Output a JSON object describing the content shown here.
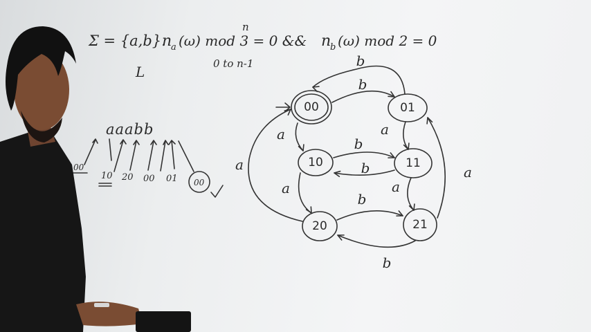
{
  "board": {
    "line1_sigma": "Σ = {a,b}.",
    "line1_cond_a": "n",
    "line1_cond_a_sub": "a",
    "line1_cond_a_rest": "(ω) mod 3 = 0 &&",
    "line1_superscript": "n",
    "line1_cond_b": "n",
    "line1_cond_b_sub": "b",
    "line1_cond_b_rest": "(ω) mod 2 = 0",
    "line2": "0 to n-1",
    "language_symbol": "L",
    "trace_input": "aaabb",
    "trace_states": [
      "00",
      "10",
      "20",
      "00",
      "01",
      "00"
    ]
  },
  "dfa": {
    "states": [
      {
        "id": "q00",
        "label": "00",
        "start": true,
        "accept": true
      },
      {
        "id": "q01",
        "label": "01",
        "start": false,
        "accept": false
      },
      {
        "id": "q10",
        "label": "10",
        "start": false,
        "accept": false
      },
      {
        "id": "q11",
        "label": "11",
        "start": false,
        "accept": false
      },
      {
        "id": "q20",
        "label": "20",
        "start": false,
        "accept": false
      },
      {
        "id": "q21",
        "label": "21",
        "start": false,
        "accept": false
      }
    ],
    "transitions": [
      {
        "from": "00",
        "to": "01",
        "symbol": "b"
      },
      {
        "from": "01",
        "to": "00",
        "symbol": "b"
      },
      {
        "from": "10",
        "to": "11",
        "symbol": "b"
      },
      {
        "from": "11",
        "to": "10",
        "symbol": "b"
      },
      {
        "from": "20",
        "to": "21",
        "symbol": "b"
      },
      {
        "from": "21",
        "to": "20",
        "symbol": "b"
      },
      {
        "from": "00",
        "to": "10",
        "symbol": "a"
      },
      {
        "from": "10",
        "to": "20",
        "symbol": "a"
      },
      {
        "from": "20",
        "to": "00",
        "symbol": "a"
      },
      {
        "from": "01",
        "to": "11",
        "symbol": "a"
      },
      {
        "from": "11",
        "to": "21",
        "symbol": "a"
      },
      {
        "from": "21",
        "to": "01",
        "symbol": "a"
      }
    ]
  },
  "colors": {
    "ink": "#2a2a2a",
    "board": "#eceeef",
    "shirt": "#161616",
    "skin": "#7a4c33"
  }
}
